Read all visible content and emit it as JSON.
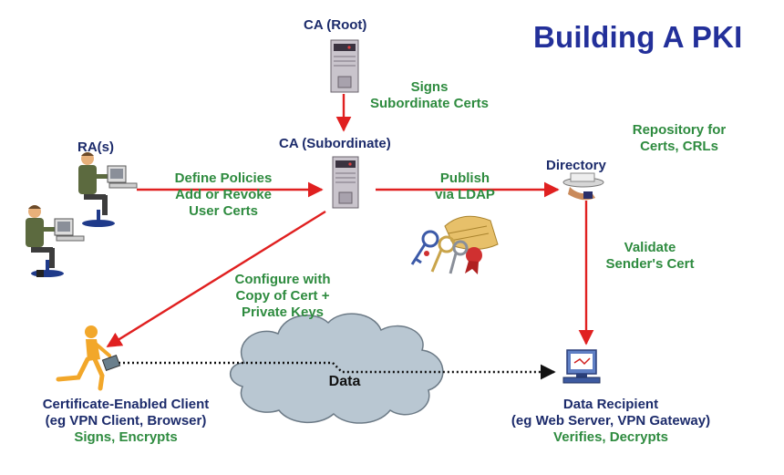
{
  "title": "Building A PKI",
  "nodes": {
    "ca_root": "CA (Root)",
    "ca_sub": "CA (Subordinate)",
    "ra": "RA(s)",
    "directory": "Directory",
    "data": "Data",
    "client": {
      "name": "Certificate-Enabled Client",
      "sub": "(eg VPN Client, Browser)",
      "action": "Signs, Encrypts"
    },
    "recipient": {
      "name": "Data Recipient",
      "sub": "(eg Web Server, VPN Gateway)",
      "action": "Verifies, Decrypts"
    }
  },
  "edges": {
    "signs": [
      "Signs",
      "Subordinate Certs"
    ],
    "define": [
      "Define Policies",
      "Add or Revoke",
      "User Certs"
    ],
    "publish": [
      "Publish",
      "via LDAP"
    ],
    "repository": [
      "Repository for",
      "Certs, CRLs"
    ],
    "validate": [
      "Validate",
      "Sender's Cert"
    ],
    "configure": [
      "Configure with",
      "Copy of Cert +",
      "Private Keys"
    ]
  },
  "colors": {
    "title": "#23309a",
    "node_label": "#1c2b6b",
    "edge_label": "#2e8b3f",
    "arrow": "#e02020"
  }
}
